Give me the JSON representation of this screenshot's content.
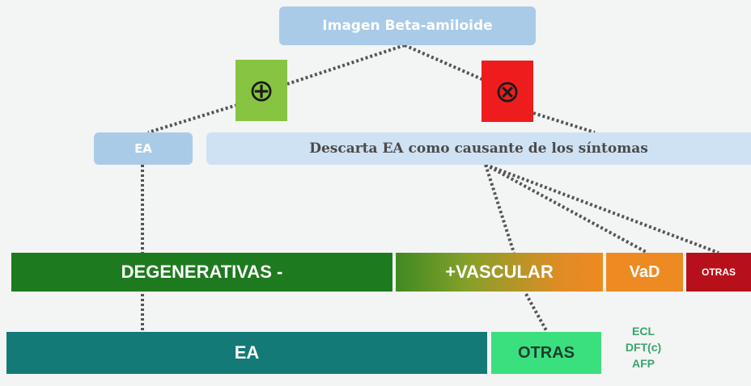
{
  "top_node": {
    "label": "Imagen Beta-amiloide"
  },
  "positive": {
    "symbol": "⊕",
    "color": "#86c441"
  },
  "negative": {
    "symbol": "⊗",
    "color": "#ee1c1c"
  },
  "ea_small": {
    "label": "EA"
  },
  "descarta": {
    "label": "Descarta EA como causante de los síntomas"
  },
  "bars_row1": {
    "degenerativas": "DEGENERATIVAS -",
    "vascular": "+VASCULAR",
    "vad": "VaD",
    "otras": "OTRAS"
  },
  "bars_row2": {
    "ea": "EA",
    "otras": "OTRAS",
    "sub_items": [
      "ECL",
      "DFT(c)",
      "AFP"
    ]
  },
  "colors": {
    "light_blue": "#a9cbe8",
    "dark_green": "#1e7a1e",
    "orange": "#ee8a22",
    "dark_red": "#b8101a",
    "teal": "#147a78",
    "mint": "#3ae07e"
  }
}
